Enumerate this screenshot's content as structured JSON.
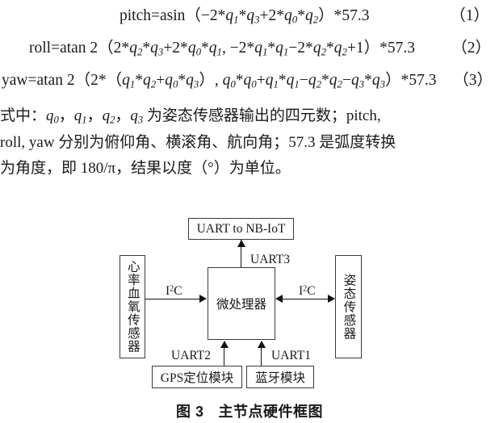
{
  "formulas": [
    {
      "id": "eq-pitch",
      "text": "pitch=asin (−2*q1*q3+2*q0*q2) *57.3",
      "number": "（1）"
    },
    {
      "id": "eq-roll",
      "text": "roll=atan 2（2*q2*q3+2*q0*q1, −2*q1*q1−2*q2*q2+1）*57.3",
      "number": "（2）"
    },
    {
      "id": "eq-yaw",
      "text": "yaw=atan 2（2*（q1*q2+q0*q3）, q0*q0+q1*q1−q2*q2−q3*q3）*57.3",
      "number": "（3）"
    }
  ],
  "paragraph": {
    "line1_prefix": "式中：",
    "line1_mid": "为姿态传感器输出的四元数；pitch,",
    "line2": "roll, yaw 分别为俯仰角、横滚角、航向角；57.3 是弧度转换",
    "line3": "为角度，即 180/π，结果以度（°）为单位。",
    "quaternions": [
      "q0",
      "q1",
      "q2",
      "q3"
    ]
  },
  "diagram": {
    "boxes": {
      "nbiot": "UART to NB-IoT",
      "heart_sensor": "心率血氧传感器",
      "mcu": "微处理器",
      "attitude_sensor": "姿态传感器",
      "gps": "GPS定位模块",
      "bluetooth": "蓝牙模块"
    },
    "bus_labels": {
      "uart3": "UART3",
      "uart2": "UART2",
      "uart1": "UART1",
      "i2c_left": "I2C",
      "i2c_right": "I2C"
    }
  },
  "caption": {
    "figure_number": "图 3",
    "title": "主节点硬件框图"
  },
  "colors": {
    "ink": "#1a1a1a",
    "line": "#111111",
    "box_border": "#3a3a3a",
    "background": "#ffffff"
  }
}
